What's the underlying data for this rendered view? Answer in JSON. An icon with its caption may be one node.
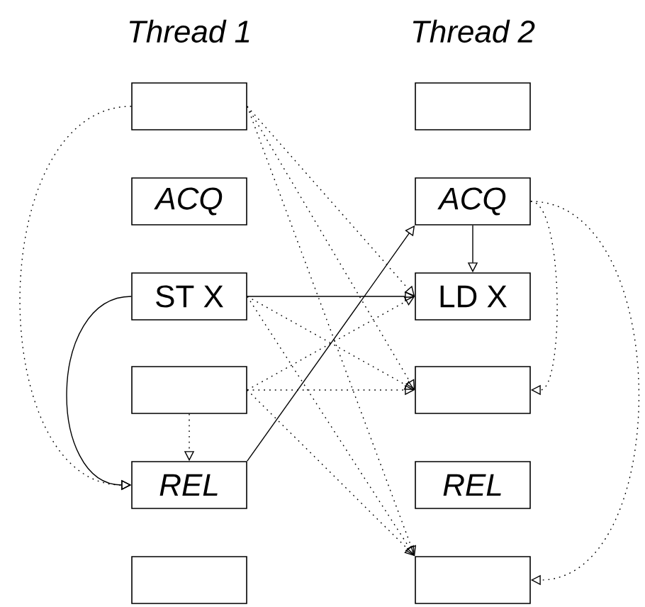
{
  "diagram": {
    "nodes": [
      {
        "text": [],
        "shape": "box"
      },
      {
        "text": [],
        "shape": "box"
      },
      {
        "text": [
          "ACQ"
        ]
      },
      {
        "text": [
          "ACQ"
        ]
      },
      {
        "text": [
          "ST X"
        ]
      },
      {
        "text": [
          "LD X"
        ]
      },
      {
        "text": [],
        "shape": "box"
      },
      {
        "text": [],
        "shape": "box"
      },
      {
        "text": [
          "REL"
        ]
      },
      {
        "text": [
          "REL"
        ]
      },
      {
        "text": [],
        "shape": "box"
      },
      {
        "text": [],
        "shape": "box"
      }
    ],
    "edges": [
      {
        "from": 4,
        "to": 5,
        "arrow": "to"
      },
      {
        "from": 4,
        "to": 8,
        "arrow": "to"
      },
      {
        "from": 8,
        "to": 3,
        "arrow": "to"
      },
      {
        "from": 3,
        "to": 5,
        "arrow": "to"
      },
      {
        "from": 0,
        "to": 8,
        "arrow": "to",
        "style": "dashed"
      },
      {
        "from": 6,
        "to": 8,
        "arrow": "to",
        "style": "dashed"
      },
      {
        "from": 0,
        "to": 5,
        "arrow": "to",
        "style": "dashed"
      },
      {
        "from": 0,
        "to": 7,
        "arrow": "to",
        "style": "dashed"
      },
      {
        "from": 0,
        "to": 11,
        "arrow": "to",
        "style": "dashed"
      },
      {
        "from": 4,
        "to": 7,
        "arrow": "to",
        "style": "dashed"
      },
      {
        "from": 4,
        "to": 11,
        "arrow": "to",
        "style": "dashed"
      },
      {
        "from": 6,
        "to": 5,
        "arrow": "to",
        "style": "dashed"
      },
      {
        "from": 6,
        "to": 7,
        "arrow": "to",
        "style": "dashed"
      },
      {
        "from": 6,
        "to": 11,
        "arrow": "to",
        "style": "dashed"
      },
      {
        "from": 3,
        "to": 7,
        "arrow": "to",
        "style": "dashed"
      },
      {
        "from": 3,
        "to": 11,
        "arrow": "to",
        "style": "dashed"
      }
    ],
    "labels": [
      "Thread 1",
      "Thread 2"
    ]
  }
}
